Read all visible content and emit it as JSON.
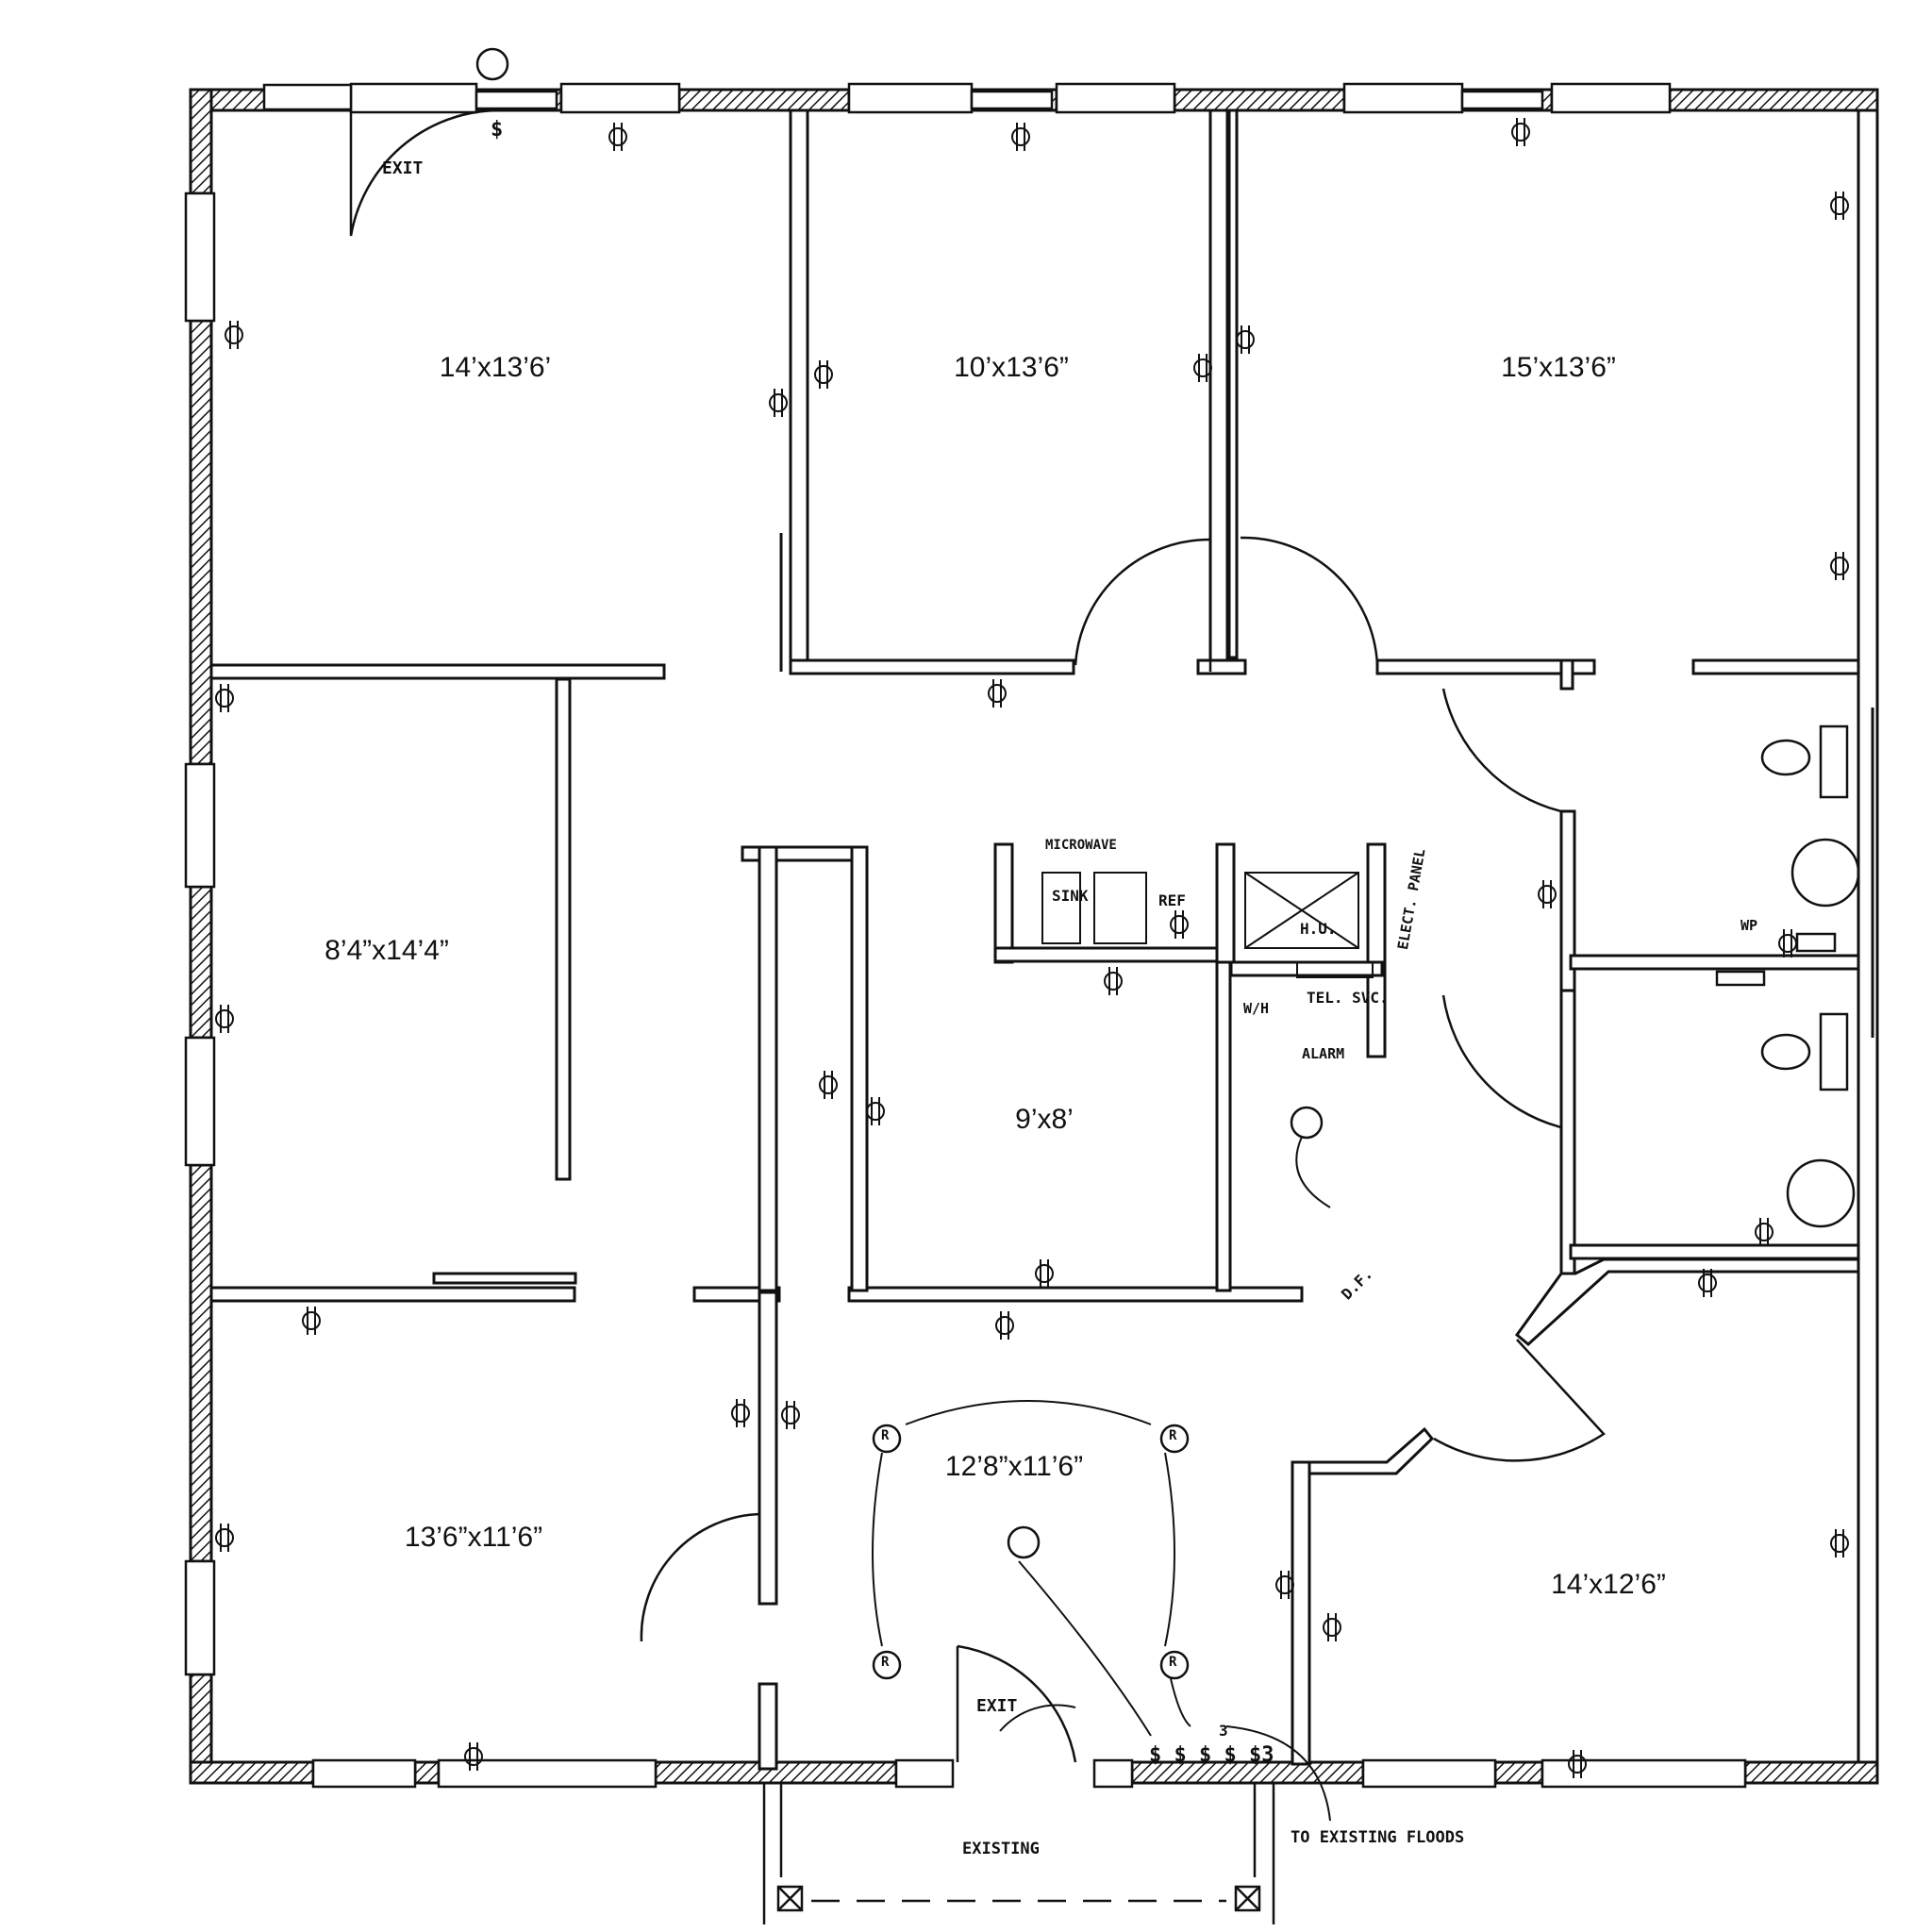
{
  "rooms": {
    "nw_office": "14’x13’6’",
    "n_office": "10’x13’6”",
    "ne_office": "15’x13’6”",
    "w_office": "8’4”x14’4”",
    "center_office": "9’x8’",
    "sw_office": "13’6”x11’6”",
    "lobby": "12’8”x11’6”",
    "se_office": "14’x12’6”"
  },
  "notes": {
    "exit_top": "EXIT",
    "exit_bottom": "EXIT",
    "microwave": "MICROWAVE",
    "sink": "SINK",
    "ref": "REF",
    "hu": "H.U.",
    "elect_panel": "ELECT. PANEL",
    "wh": "W/H",
    "tel_svc": "TEL. SVC.",
    "alarm": "ALARM",
    "df": "D.F.",
    "wp": "WP",
    "existing": "EXISTING",
    "to_floods": "TO EXISTING FLOODS",
    "switch": "$",
    "switch_bank": "$ $ $ $ $3",
    "three": "3",
    "recessed": "R"
  }
}
